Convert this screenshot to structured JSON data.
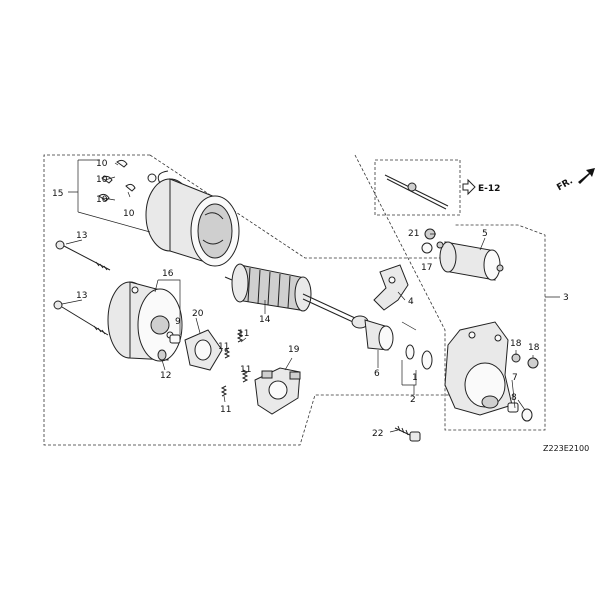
{
  "labels": {
    "p1": "1",
    "p2": "2",
    "p3": "3",
    "p4": "4",
    "p5": "5",
    "p6": "6",
    "p7": "7",
    "p8": "8",
    "p9": "9",
    "p10": "10",
    "p11": "11",
    "p12": "12",
    "p13": "13",
    "p14": "14",
    "p15": "15",
    "p16": "16",
    "p17": "17",
    "p18": "18",
    "p19": "19",
    "p20": "20",
    "p21": "21",
    "p22": "22"
  },
  "ref": "E-12",
  "front": "FR.",
  "code": "Z223E2100"
}
